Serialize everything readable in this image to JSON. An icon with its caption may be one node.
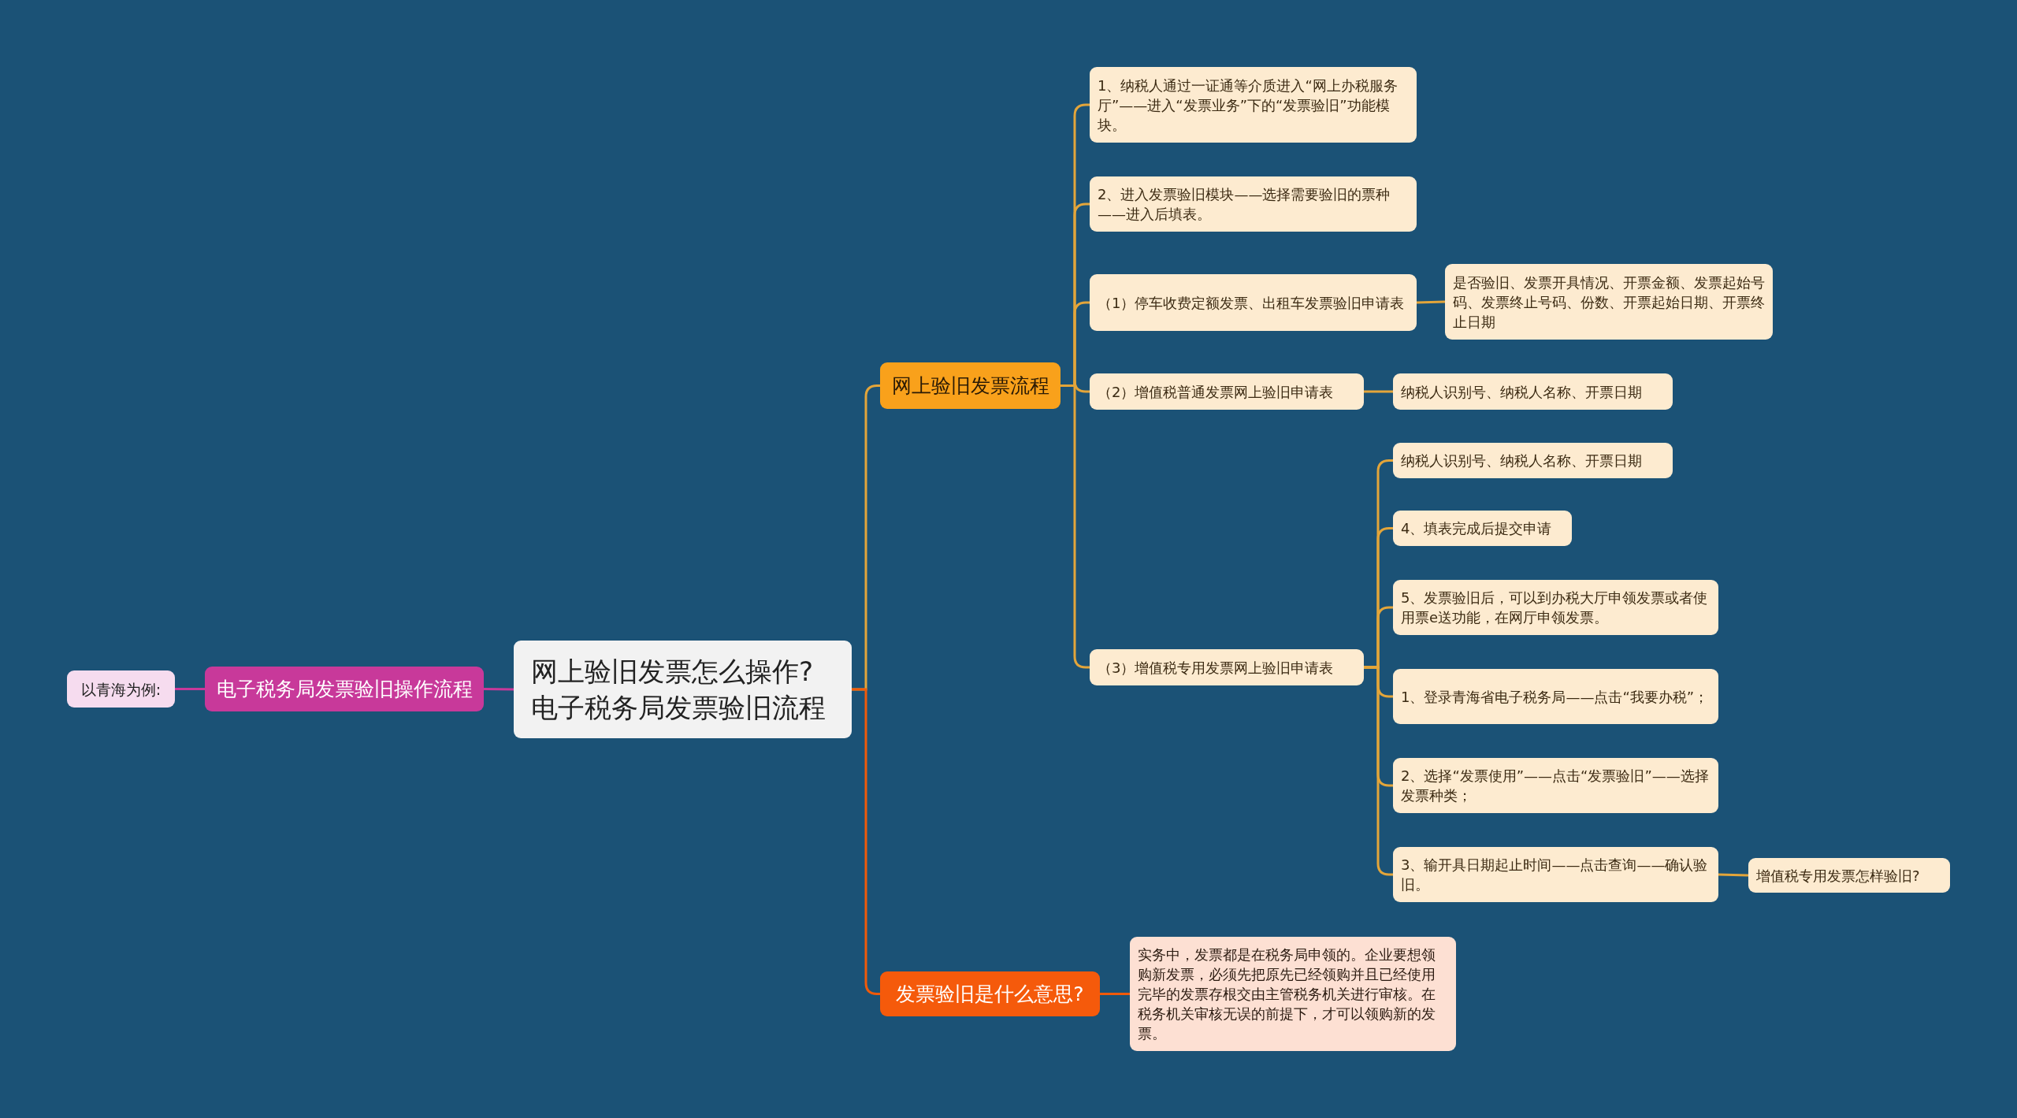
{
  "diagram": {
    "nodes": [
      {
        "text": [
          "网上验旧发票怎么操作?电子税务局发票验旧流程"
        ]
      },
      {
        "text": [
          "电子税务局发票验旧操作流程"
        ]
      },
      {
        "text": [
          "以青海为例:"
        ]
      },
      {
        "text": [
          "网上验旧发票流程"
        ]
      },
      {
        "text": [
          "1、纳税人通过一证通等介质进入“网上办税服务厅”——进入“发票业务”下的“发票验旧”功能模块。"
        ]
      },
      {
        "text": [
          "2、进入发票验旧模块——选择需要验旧的票种——进入后填表。"
        ]
      },
      {
        "text": [
          "（1）停车收费定额发票、出租车发票验旧申请表"
        ]
      },
      {
        "text": [
          "是否验旧、发票开具情况、开票金额、发票起始号码、发票终止号码、份数、开票起始日期、开票终止日期"
        ]
      },
      {
        "text": [
          "（2）增值税普通发票网上验旧申请表"
        ]
      },
      {
        "text": [
          "纳税人识别号、纳税人名称、开票日期"
        ]
      },
      {
        "text": [
          "（3）增值税专用发票网上验旧申请表"
        ]
      },
      {
        "text": [
          "纳税人识别号、纳税人名称、开票日期"
        ]
      },
      {
        "text": [
          "4、填表完成后提交申请"
        ]
      },
      {
        "text": [
          "5、发票验旧后，可以到办税大厅申领发票或者使用票e送功能，在网厅申领发票。"
        ]
      },
      {
        "text": [
          "1、登录青海省电子税务局——点击“我要办税”；"
        ]
      },
      {
        "text": [
          "2、选择“发票使用”——点击“发票验旧”——选择发票种类；"
        ]
      },
      {
        "text": [
          "3、输开具日期起止时间——点击查询——确认验旧。"
        ]
      },
      {
        "text": [
          "增值税专用发票怎样验旧?"
        ]
      },
      {
        "text": [
          "发票验旧是什么意思?"
        ]
      },
      {
        "text": [
          "实务中，发票都是在税务局申领的。企业要想领购新发票，必须先把原先已经领购并且已经使用完毕的发票存根交由主管税务机关进行审核。在税务机关审核无误的前提下，才可以领购新的发票。"
        ]
      }
    ],
    "edges": [
      {
        "from": 0,
        "to": 1,
        "arrow": "none",
        "color": "#c8399a"
      },
      {
        "from": 1,
        "to": 2,
        "arrow": "none",
        "color": "#c8399a"
      },
      {
        "from": 0,
        "to": 3,
        "arrow": "none"
      },
      {
        "from": 0,
        "to": 18,
        "arrow": "none",
        "color": "#f05a0a"
      },
      {
        "from": 3,
        "to": 4,
        "arrow": "none"
      },
      {
        "from": 3,
        "to": 5,
        "arrow": "none"
      },
      {
        "from": 3,
        "to": 6,
        "arrow": "none"
      },
      {
        "from": 6,
        "to": 7,
        "arrow": "none"
      },
      {
        "from": 3,
        "to": 8,
        "arrow": "none"
      },
      {
        "from": 8,
        "to": 9,
        "arrow": "none"
      },
      {
        "from": 3,
        "to": 10,
        "arrow": "none"
      },
      {
        "from": 10,
        "to": 11,
        "arrow": "none"
      },
      {
        "from": 10,
        "to": 12,
        "arrow": "none"
      },
      {
        "from": 10,
        "to": 13,
        "arrow": "none"
      },
      {
        "from": 10,
        "to": 14,
        "arrow": "none"
      },
      {
        "from": 10,
        "to": 15,
        "arrow": "none"
      },
      {
        "from": 10,
        "to": 16,
        "arrow": "none"
      },
      {
        "from": 16,
        "to": 17,
        "arrow": "none"
      },
      {
        "from": 18,
        "to": 19,
        "arrow": "none",
        "color": "#f05a0a"
      }
    ]
  }
}
